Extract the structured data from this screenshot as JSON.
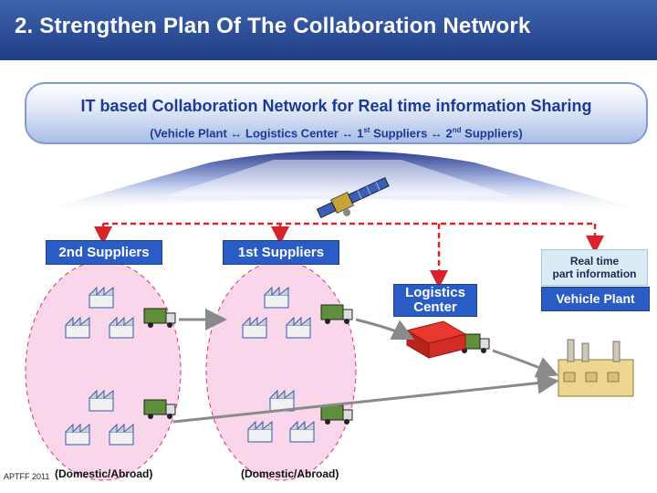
{
  "header": {
    "title": "2. Strengthen Plan Of The Collaboration Network"
  },
  "banner": {
    "title": "IT based Collaboration Network for Real time information Sharing",
    "sub_prefix": "(Vehicle Plant ↔ Logistics Center ↔ 1",
    "sub_sup1": "st",
    "sub_mid": " Suppliers ↔ 2",
    "sub_sup2": "nd",
    "sub_suffix": " Suppliers)"
  },
  "nodes": {
    "second_suppliers": "2nd Suppliers",
    "first_suppliers": "1st Suppliers",
    "logistics_line1": "Logistics",
    "logistics_line2": "Center",
    "vehicle_plant": "Vehicle Plant",
    "realtime_line1": "Real time",
    "realtime_line2": "part information"
  },
  "captions": {
    "left": "(Domestic/Abroad)",
    "right": "(Domestic/Abroad)"
  },
  "footer": {
    "text": "APTFF 2011"
  },
  "colors": {
    "header": "#2c4d9b",
    "label_box": "#2a5cc6",
    "dashed_arrow": "#d8232a",
    "ellipse_fill": "#f9d6ea",
    "gray_arrow": "#8a8a8a"
  }
}
